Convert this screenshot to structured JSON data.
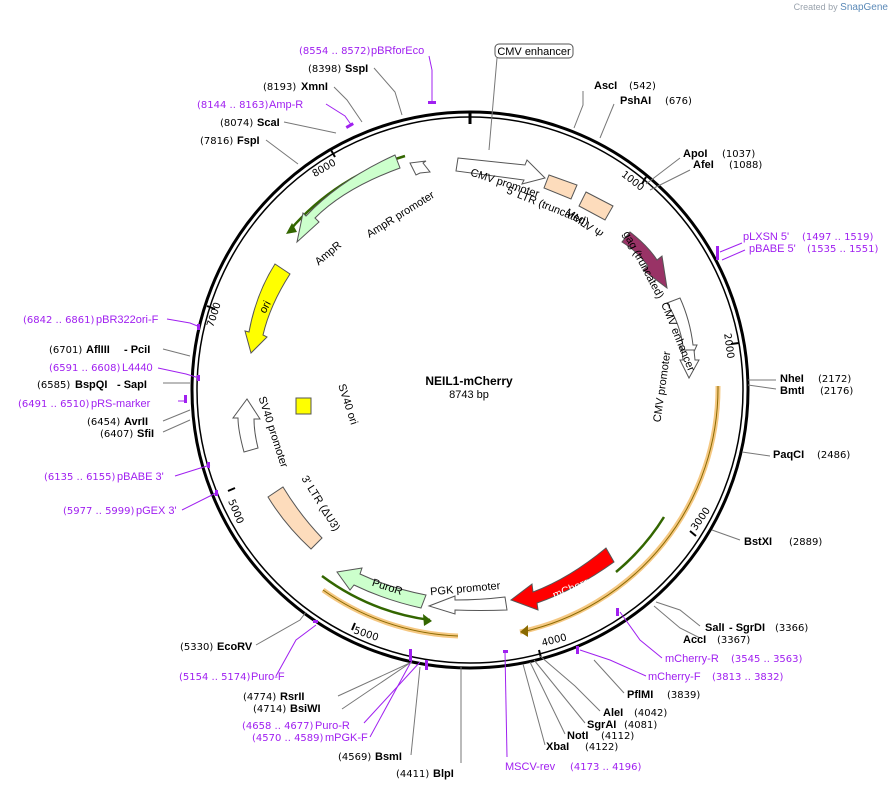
{
  "branding": {
    "created_by": "Created by",
    "product": "SnapGene"
  },
  "plasmid": {
    "name": "NEIL1-mCherry",
    "length": "8743 bp"
  },
  "ticks": [
    "1000",
    "2000",
    "3000",
    "4000",
    "5000",
    "7000",
    "8000"
  ],
  "sites": [
    {
      "name": "AscI",
      "pos": "(542)"
    },
    {
      "name": "PshAI",
      "pos": "(676)"
    },
    {
      "name": "ApoI",
      "pos": "(1037)"
    },
    {
      "name": "AfeI",
      "pos": "(1088)"
    },
    {
      "name": "NheI",
      "pos": "(2172)"
    },
    {
      "name": "BmtI",
      "pos": "(2176)"
    },
    {
      "name": "PaqCI",
      "pos": "(2486)"
    },
    {
      "name": "BstXI",
      "pos": "(2889)"
    },
    {
      "name": "SalI",
      "pos": "(3366)"
    },
    {
      "name": "- SgrDI",
      "pos": ""
    },
    {
      "name": "AccI",
      "pos": "(3367)"
    },
    {
      "name": "PflMI",
      "pos": "(3839)"
    },
    {
      "name": "AleI",
      "pos": "(4042)"
    },
    {
      "name": "SgrAI",
      "pos": "(4081)"
    },
    {
      "name": "NotI",
      "pos": "(4112)"
    },
    {
      "name": "XbaI",
      "pos": "(4122)"
    },
    {
      "name": "BlpI",
      "pos": "(4411)"
    },
    {
      "name": "BsmI",
      "pos": "(4569)"
    },
    {
      "name": "BsiWI",
      "pos": "(4714)"
    },
    {
      "name": "RsrII",
      "pos": "(4774)"
    },
    {
      "name": "EcoRV",
      "pos": "(5330)"
    },
    {
      "name": "SfiI",
      "pos": "(6407)"
    },
    {
      "name": "AvrII",
      "pos": "(6454)"
    },
    {
      "name": "BspQI",
      "pos": "(6585)"
    },
    {
      "name": "- SapI",
      "pos": ""
    },
    {
      "name": "AflIII",
      "pos": "(6701)"
    },
    {
      "name": "- PciI",
      "pos": ""
    },
    {
      "name": "FspI",
      "pos": "(7816)"
    },
    {
      "name": "ScaI",
      "pos": "(8074)"
    },
    {
      "name": "XmnI",
      "pos": "(8193)"
    },
    {
      "name": "SspI",
      "pos": "(8398)"
    }
  ],
  "sgrdi_pos": "(3366)",
  "primers": [
    {
      "name": "pBRforEco",
      "pos": "(8554 .. 8572)"
    },
    {
      "name": "Amp-R",
      "pos": "(8144 .. 8163)"
    },
    {
      "name": "pLXSN 5'",
      "pos": "(1497 .. 1519)"
    },
    {
      "name": "pBABE 5'",
      "pos": "(1535 .. 1551)"
    },
    {
      "name": "mCherry-R",
      "pos": "(3545 .. 3563)"
    },
    {
      "name": "mCherry-F",
      "pos": "(3813 .. 3832)"
    },
    {
      "name": "MSCV-rev",
      "pos": "(4173 .. 4196)"
    },
    {
      "name": "mPGK-F",
      "pos": "(4570 .. 4589)"
    },
    {
      "name": "Puro-R",
      "pos": "(4658 .. 4677)"
    },
    {
      "name": "Puro-F",
      "pos": "(5154 .. 5174)"
    },
    {
      "name": "pGEX 3'",
      "pos": "(5977 .. 5999)"
    },
    {
      "name": "pBABE 3'",
      "pos": "(6135 .. 6155)"
    },
    {
      "name": "pRS-marker",
      "pos": "(6491 .. 6510)"
    },
    {
      "name": "L4440",
      "pos": "(6591 .. 6608)"
    },
    {
      "name": "pBR322ori-F",
      "pos": "(6842 .. 6861)"
    }
  ],
  "features": {
    "cmv_enhancer_top": "CMV enhancer",
    "cmv_promoter": "CMV promoter",
    "ltr5": "5' LTR (truncated)",
    "mmlv": "MMLV Ψ",
    "gag": "gag (truncated)",
    "cmv_enhancer_right": "CMV enhancer",
    "cmv_promoter_right": "CMV promoter",
    "mcherry": "mCherry",
    "pgk": "PGK promoter",
    "puror": "PuroR",
    "ltr3": "3' LTR (ΔU3)",
    "sv40_promoter": "SV40 promoter",
    "sv40_ori": "SV40 ori",
    "ori": "ori",
    "ampr": "AmpR",
    "ampr_promoter": "AmpR promoter"
  },
  "colors": {
    "backbone": "#000000",
    "primer": "#a020f0",
    "ori": "#ffff00",
    "mcherry": "#ff0000",
    "gag": "#993366",
    "ampr": "#ccffcc",
    "ltr": "#fddcbc",
    "orf_line": "#336600",
    "orf_glow": "#f5c882"
  }
}
